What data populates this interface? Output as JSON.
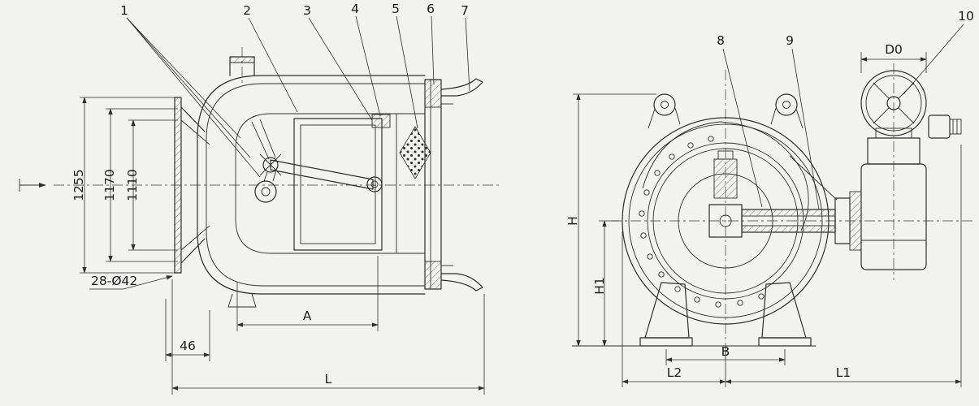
{
  "canvas": {
    "background": "#f2f2ef",
    "line_color": "#2e2e2e"
  },
  "left_view": {
    "callouts": [
      {
        "label": "1"
      },
      {
        "label": "2"
      },
      {
        "label": "3"
      },
      {
        "label": "4"
      },
      {
        "label": "5"
      },
      {
        "label": "6"
      },
      {
        "label": "7"
      }
    ],
    "dims": {
      "d1255": "1255",
      "d1170": "1170",
      "d1110": "1110",
      "bolt_spec": "28-Ø42",
      "d46": "46",
      "dimA": "A",
      "dimL": "L"
    }
  },
  "right_view": {
    "callouts": [
      {
        "label": "8"
      },
      {
        "label": "9"
      },
      {
        "label": "10"
      }
    ],
    "dims": {
      "dimH": "H",
      "dimH1": "H1",
      "dimB": "B",
      "dimL2": "L2",
      "dimL1": "L1",
      "dimD0": "D0"
    }
  }
}
